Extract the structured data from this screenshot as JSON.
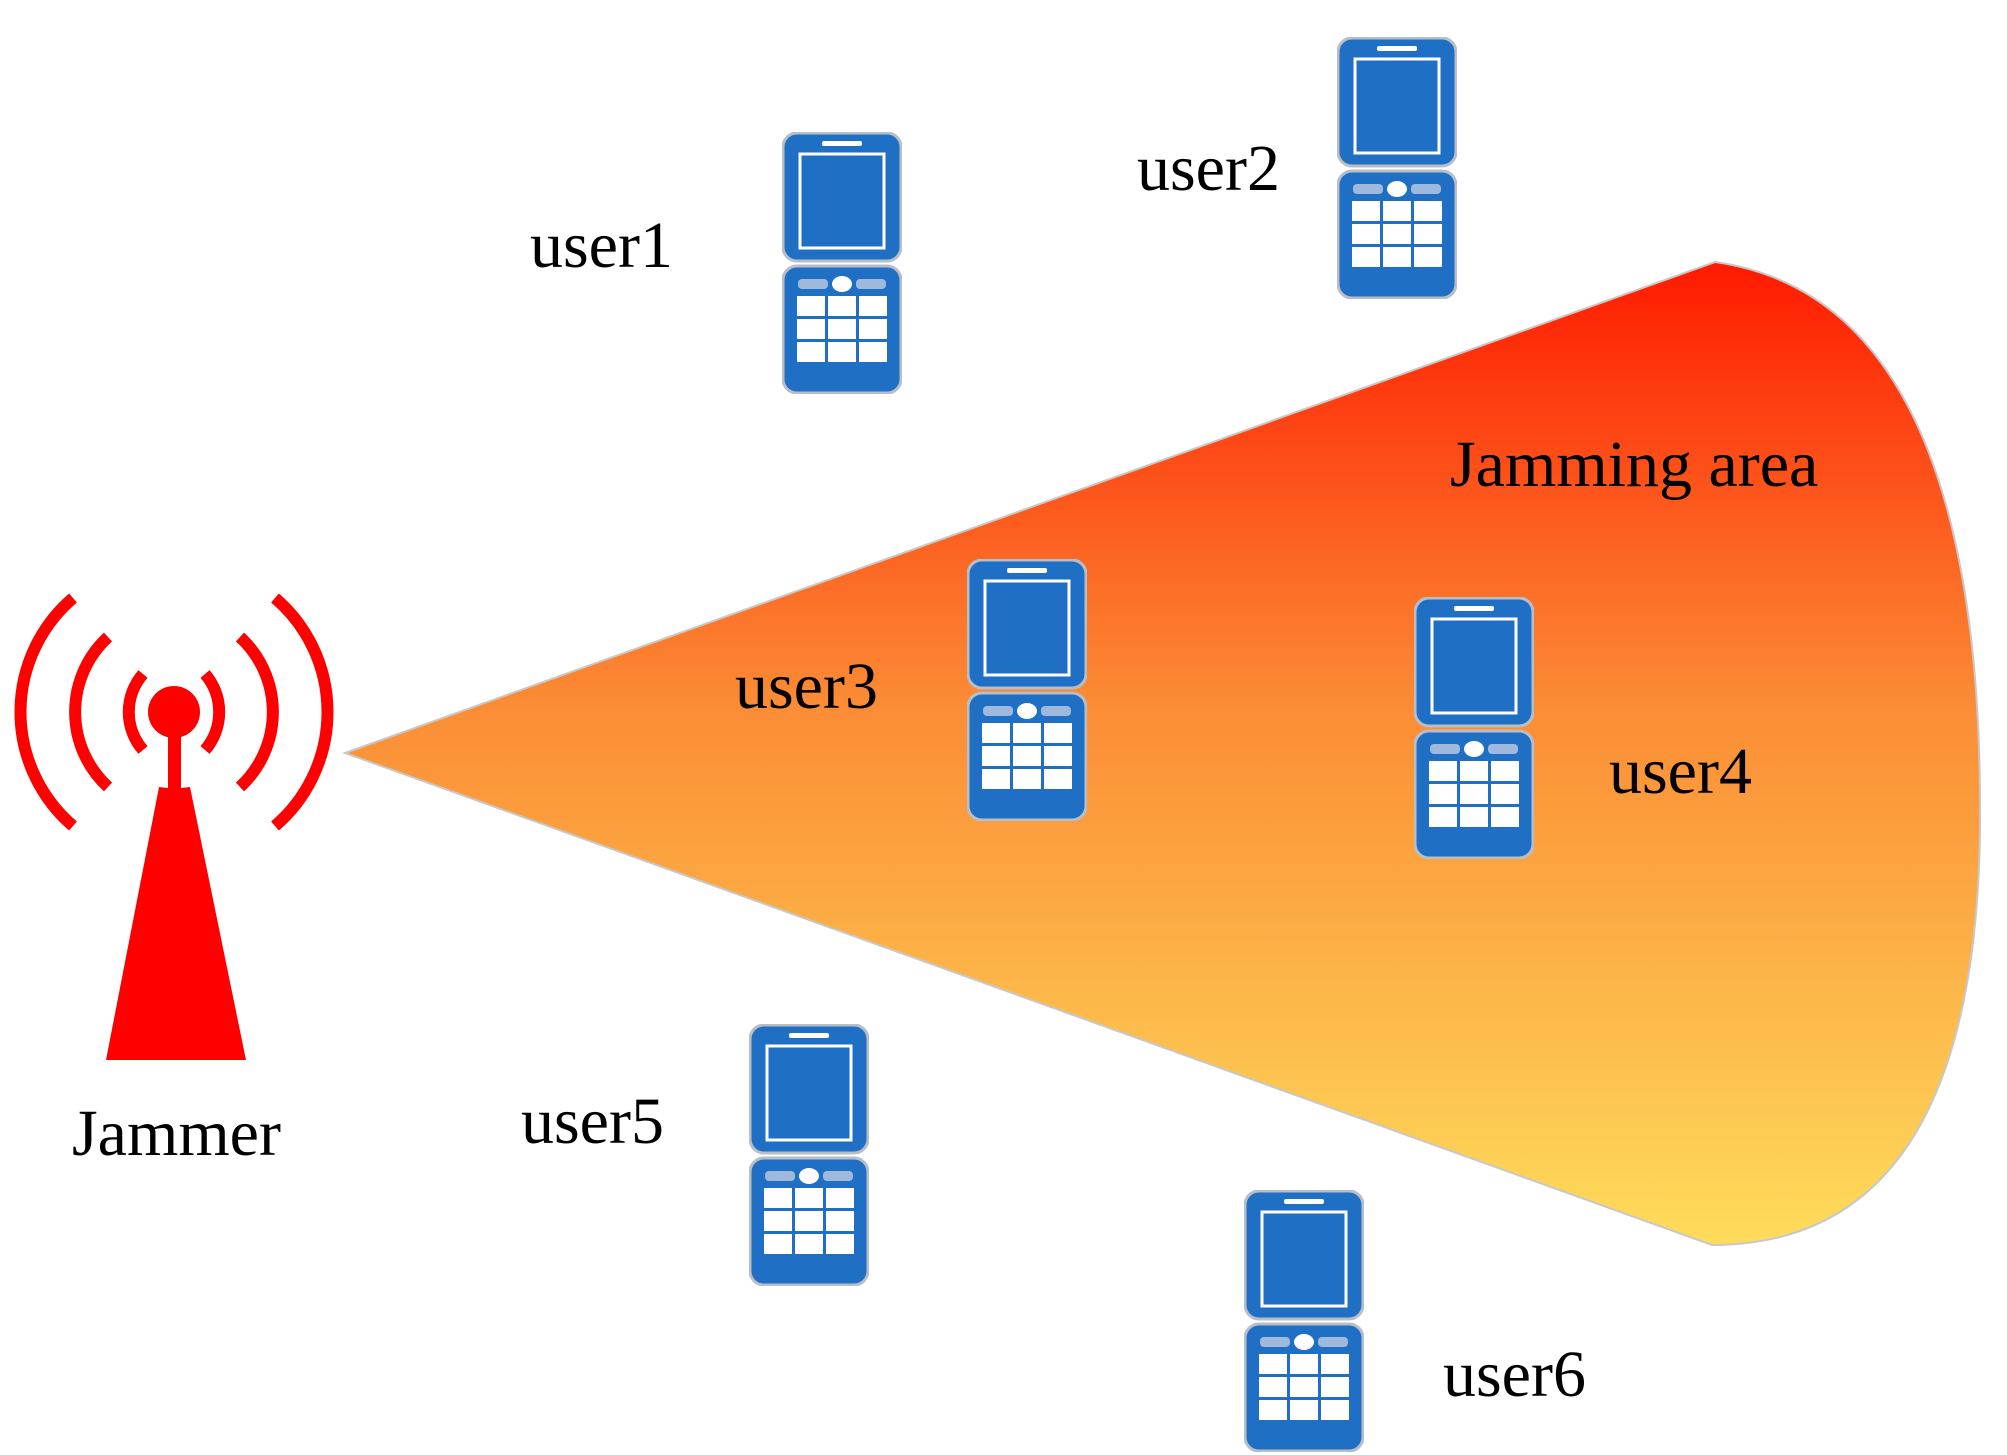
{
  "colors": {
    "jammer": "#ff0000",
    "area_top": "#ff1a00",
    "area_mid": "#fb8c35",
    "area_bottom": "#fedc5b",
    "phone_body": "#1f6fc5",
    "phone_edge": "#b8bec8",
    "phone_screen": "#ffffff",
    "text": "#000000"
  },
  "jammer": {
    "label": "Jammer",
    "icon": "radio-tower-icon"
  },
  "jamming_area": {
    "label": "Jamming area"
  },
  "users": [
    {
      "id": "user1",
      "label": "user1",
      "icon": "mobile-phone-icon",
      "in_jamming_area": false
    },
    {
      "id": "user2",
      "label": "user2",
      "icon": "mobile-phone-icon",
      "in_jamming_area": false
    },
    {
      "id": "user3",
      "label": "user3",
      "icon": "mobile-phone-icon",
      "in_jamming_area": true
    },
    {
      "id": "user4",
      "label": "user4",
      "icon": "mobile-phone-icon",
      "in_jamming_area": true
    },
    {
      "id": "user5",
      "label": "user5",
      "icon": "mobile-phone-icon",
      "in_jamming_area": false
    },
    {
      "id": "user6",
      "label": "user6",
      "icon": "mobile-phone-icon",
      "in_jamming_area": false
    }
  ]
}
